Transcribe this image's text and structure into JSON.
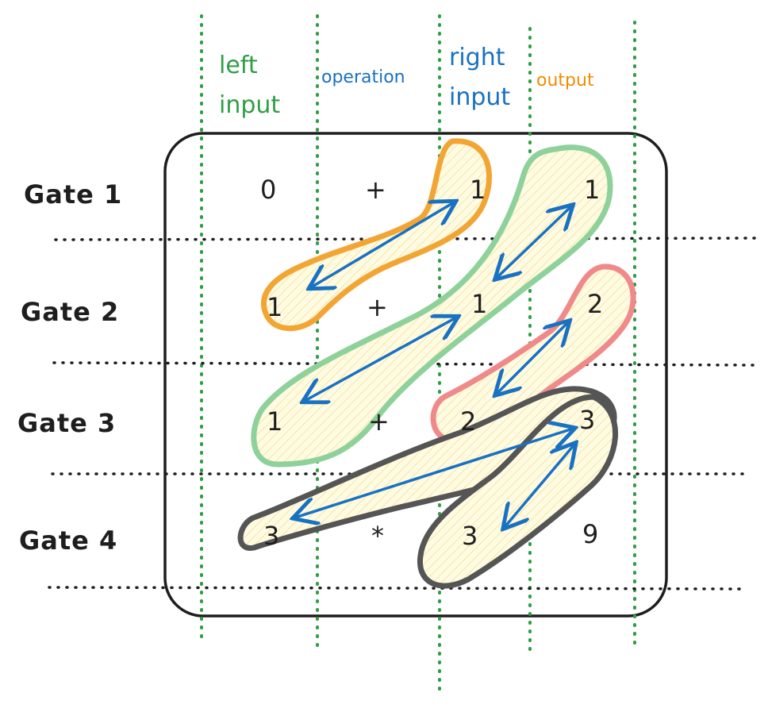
{
  "columns": {
    "left_line1": "left",
    "left_line2": "input",
    "operation": "operation",
    "right_line1": "right",
    "right_line2": "input",
    "output": "output"
  },
  "colors": {
    "green": "#2f9e44",
    "blue": "#1971c2",
    "orange": "#f08c00",
    "red": "#e03131",
    "gray": "#343a40",
    "grid": "#2f9e44",
    "fill": "#fff9db"
  },
  "gates": [
    {
      "label": "Gate 1",
      "left": "0",
      "op": "+",
      "right": "1",
      "output": "1"
    },
    {
      "label": "Gate 2",
      "left": "1",
      "op": "+",
      "right": "1",
      "output": "2"
    },
    {
      "label": "Gate 3",
      "left": "1",
      "op": "+",
      "right": "2",
      "output": "3"
    },
    {
      "label": "Gate 4",
      "left": "3",
      "op": "*",
      "right": "3",
      "output": "9"
    }
  ]
}
